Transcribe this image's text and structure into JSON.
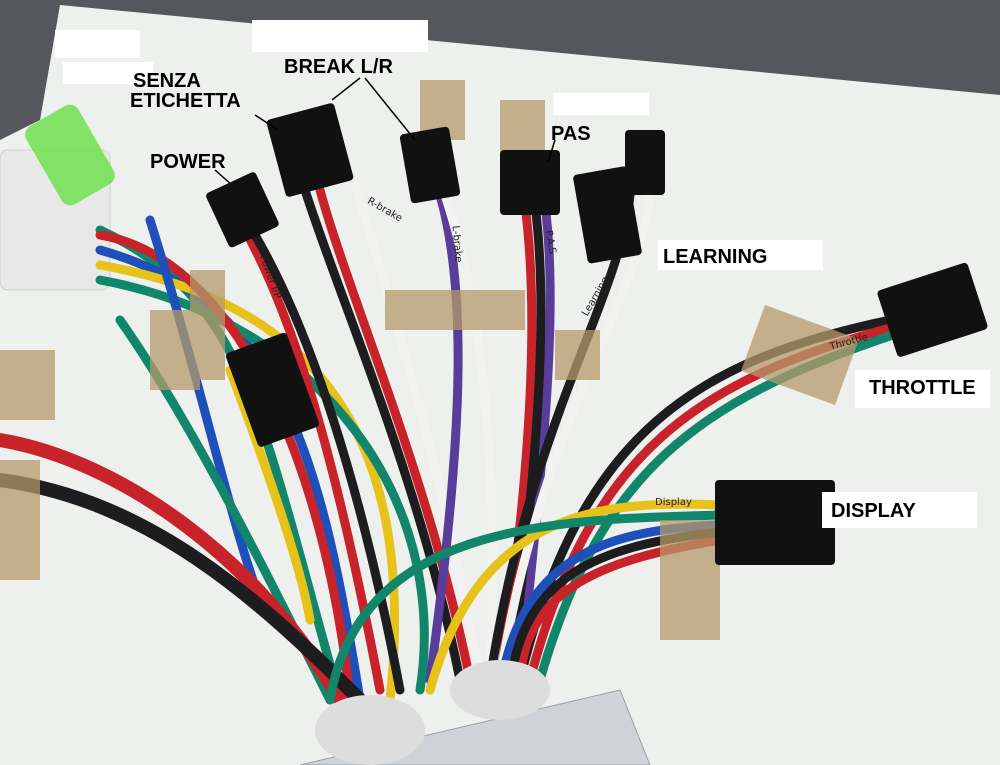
{
  "labels": {
    "senza": "SENZA",
    "etichetta": "ETICHETTA",
    "break_lr": "BREAK L/R",
    "power": "POWER",
    "pas": "PAS",
    "learning": "LEARNING",
    "throttle": "THROTTLE",
    "display": "DISPLAY"
  },
  "wire_stickers": {
    "power": "Power I/P",
    "brake_r": "R-brake",
    "brake_l": "L-brake",
    "pas": "P.A.S",
    "learning": "Learning",
    "throttle": "Throttle",
    "display": "Display"
  },
  "wire_colors": {
    "red": "#c8232a",
    "black": "#1d1d1f",
    "blue": "#1f4fb8",
    "yellow": "#e6c21a",
    "green": "#12866a",
    "purple": "#5a3d9a",
    "white": "#f2f2f0"
  },
  "colors": {
    "paper": "#eef0ee",
    "carpet": "#55575c",
    "tape": "#b59a6a",
    "connector": "#111111"
  }
}
